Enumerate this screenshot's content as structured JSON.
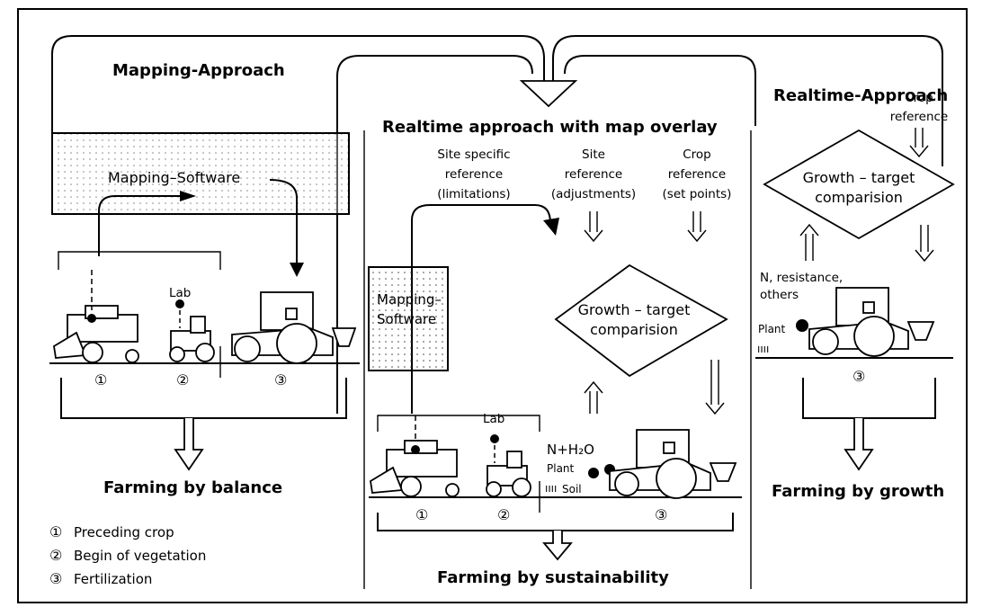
{
  "columns": {
    "mapping": {
      "title": "Mapping-Approach",
      "software_label": "Mapping–Software",
      "lab_label": "Lab",
      "steps": [
        "①",
        "②",
        "③"
      ],
      "result": "Farming by balance"
    },
    "overlay": {
      "title": "Realtime approach with map overlay",
      "ref_site_specific": [
        "Site specific",
        "reference",
        "(limitations)"
      ],
      "ref_site": [
        "Site",
        "reference",
        "(adjustments)"
      ],
      "ref_crop": [
        "Crop",
        "reference",
        "(set points)"
      ],
      "software_label": [
        "Mapping–",
        "Software"
      ],
      "growth_box": [
        "Growth – target",
        "comparision"
      ],
      "lab_label": "Lab",
      "n_h2o": "N+H₂O",
      "plant_label": "Plant",
      "soil_label": "Soil",
      "steps": [
        "①",
        "②",
        "③"
      ],
      "result": "Farming by sustainability"
    },
    "realtime": {
      "title": "Realtime-Approach",
      "crop_reference": [
        "Crop",
        "reference"
      ],
      "growth_box": [
        "Growth – target",
        "comparision"
      ],
      "sensor_label": [
        "N, resistance,",
        "others"
      ],
      "plant_label": "Plant",
      "step": "③",
      "result": "Farming by growth"
    }
  },
  "legend": [
    {
      "marker": "①",
      "label": "Preceding crop"
    },
    {
      "marker": "②",
      "label": "Begin of vegetation"
    },
    {
      "marker": "③",
      "label": "Fertilization"
    }
  ]
}
